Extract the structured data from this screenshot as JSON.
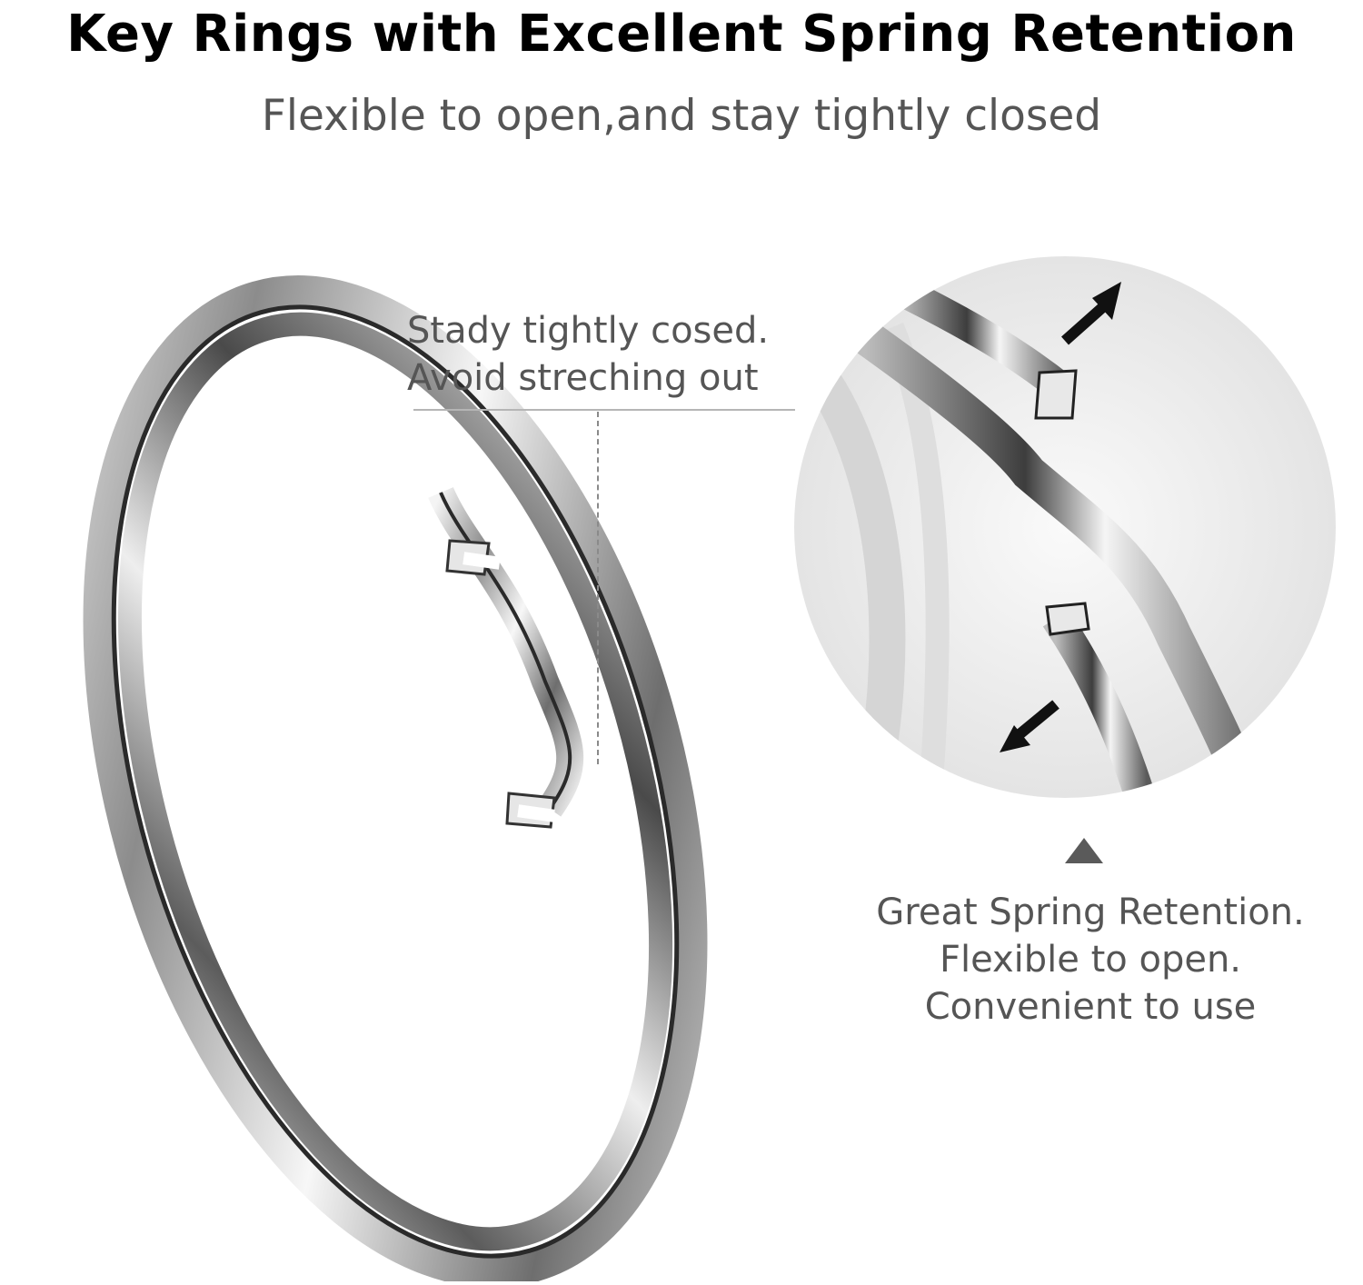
{
  "header": {
    "title": "Key Rings with Excellent Spring Retention",
    "subtitle": "Flexible to open,and stay tightly closed"
  },
  "callout_top": {
    "line1": "Stady tightly cosed.",
    "line2": "Avoid streching out"
  },
  "callout_bottom": {
    "line1": "Great Spring Retention.",
    "line2": "Flexible to open.",
    "line3": "Convenient to use"
  },
  "colors": {
    "headline": "#000000",
    "body_text": "#555555",
    "metal_light": "#f2f2f2",
    "metal_dark": "#3a3a3a",
    "arrow": "#111111"
  }
}
